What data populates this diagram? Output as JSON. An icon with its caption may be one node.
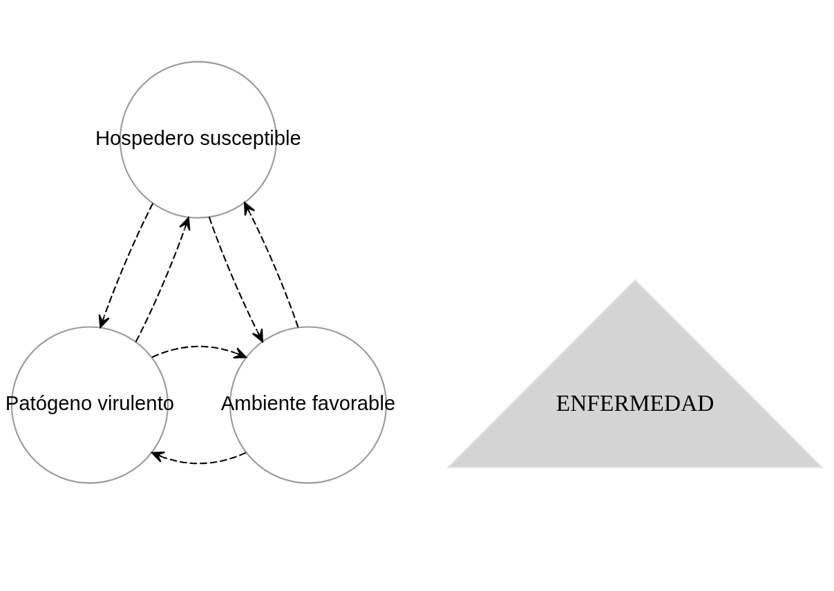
{
  "diagram": {
    "nodes": [
      {
        "text": [
          "Hospedero susceptible"
        ]
      },
      {
        "text": [
          "ENFERMEDAD"
        ]
      },
      {
        "text": [
          "Patógeno virulento"
        ]
      },
      {
        "text": [
          "Ambiente favorable"
        ]
      }
    ],
    "edges": [
      {
        "from": 0,
        "to": 2,
        "arrow": "to",
        "style": "dashed"
      },
      {
        "from": 2,
        "to": 0,
        "arrow": "to",
        "style": "dashed"
      },
      {
        "from": 0,
        "to": 3,
        "arrow": "to",
        "style": "dashed"
      },
      {
        "from": 3,
        "to": 0,
        "arrow": "to",
        "style": "dashed"
      },
      {
        "from": 3,
        "to": 2,
        "arrow": "to",
        "style": "dashed"
      },
      {
        "from": 2,
        "to": 3,
        "arrow": "to",
        "style": "dashed"
      }
    ]
  }
}
